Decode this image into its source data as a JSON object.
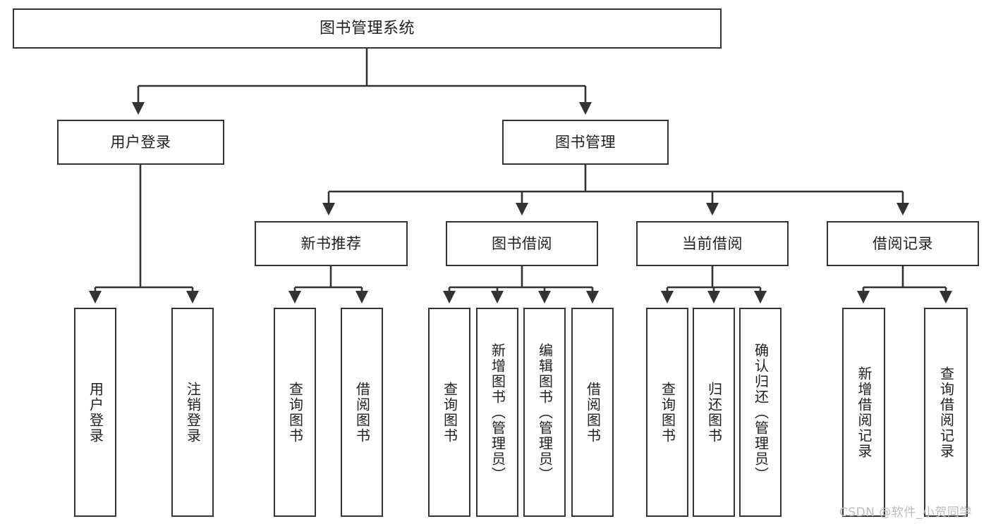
{
  "diagram": {
    "title": "图书管理系统",
    "type": "tree-hierarchy",
    "stroke_color": "#333333",
    "background_color": "#ffffff",
    "text_color": "#1f1f1f"
  },
  "nodes": {
    "root": {
      "label": "图书管理系统"
    },
    "level2": [
      {
        "label": "用户登录"
      },
      {
        "label": "图书管理"
      }
    ],
    "level3": [
      {
        "label": "新书推荐"
      },
      {
        "label": "图书借阅"
      },
      {
        "label": "当前借阅"
      },
      {
        "label": "借阅记录"
      }
    ],
    "leaves": {
      "user_login": [
        {
          "label": "用户登录"
        },
        {
          "label": "注销登录"
        }
      ],
      "new_book_recommend": [
        {
          "label": "查询图书"
        },
        {
          "label": "借阅图书"
        }
      ],
      "book_borrow": [
        {
          "label": "查询图书"
        },
        {
          "label": "新增图书（管理员）"
        },
        {
          "label": "编辑图书（管理员）"
        },
        {
          "label": "借阅图书"
        }
      ],
      "current_borrow": [
        {
          "label": "查询图书"
        },
        {
          "label": "归还图书"
        },
        {
          "label": "确认归还（管理员）"
        }
      ],
      "borrow_record": [
        {
          "label": "新增借阅记录"
        },
        {
          "label": "查询借阅记录"
        }
      ]
    }
  },
  "watermark": {
    "text": "CSDN @软件_小贺同学"
  }
}
